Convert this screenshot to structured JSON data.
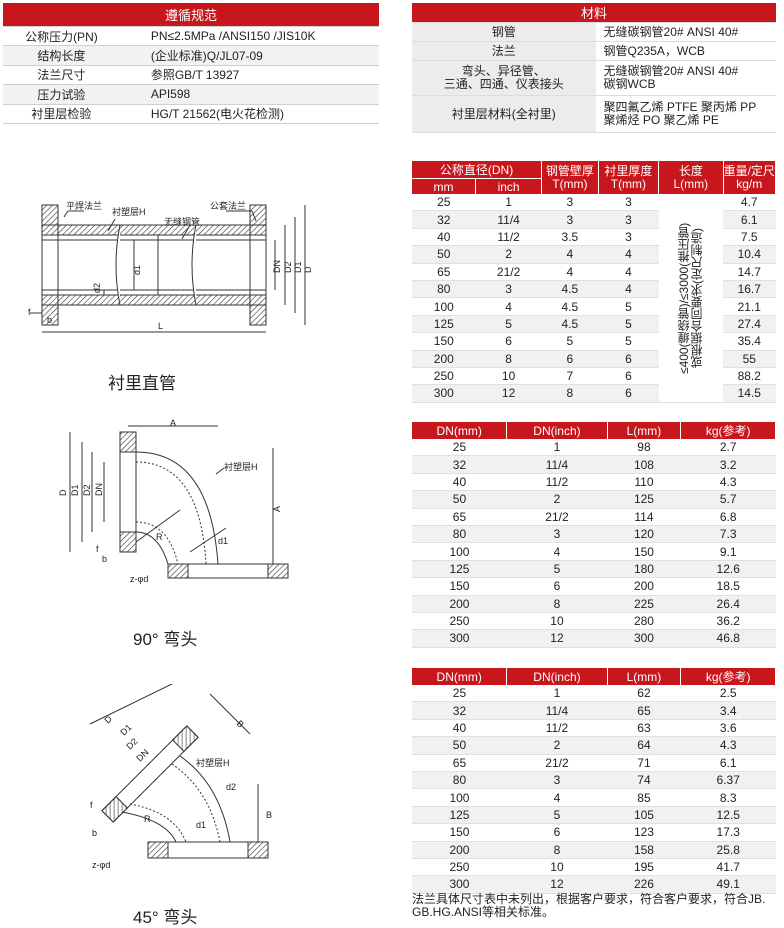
{
  "standards": {
    "header": "遵循规范",
    "rows": [
      {
        "k": "公称压力(PN)",
        "v": "PN≤2.5MPa /ANSI150 /JIS10K"
      },
      {
        "k": "结构长度",
        "v": "(企业标准)Q/JL07-09"
      },
      {
        "k": "法兰尺寸",
        "v": "参照GB/T 13927"
      },
      {
        "k": "压力试验",
        "v": "API598"
      },
      {
        "k": "衬里层检验",
        "v": "HG/T 21562(电火花检测)"
      }
    ]
  },
  "materials": {
    "header": "材料",
    "rows": [
      {
        "k": "钢管",
        "v": "无缝碳钢管20# ANSI 40#"
      },
      {
        "k": "法兰",
        "v": "钢管Q235A，WCB"
      },
      {
        "k": "弯头、异径管、\n三通、四通、仪表接头",
        "v": "无缝碳钢管20# ANSI 40#\n碳钢WCB"
      },
      {
        "k": "衬里层材料(全衬里)",
        "v": "聚四氟乙烯 PTFE 聚丙烯 PP\n聚烯烃 PO  聚乙烯 PE"
      }
    ]
  },
  "straight_pipe": {
    "caption": "衬里直管",
    "h_dn": "公称直径(DN)",
    "h_mm": "mm",
    "h_inch": "inch",
    "h_wall": "钢管壁厚\nT(mm)",
    "h_lining": "衬里厚度\nT(mm)",
    "h_len": "长度\nL(mm)",
    "h_wt": "重量/定尺\nkg/m",
    "length_note": "≤400(缠绕管)/≤3000(推压管)\n或根据合同要求(定尺制造)",
    "rows": [
      [
        "25",
        "1",
        "3",
        "3",
        "4.7"
      ],
      [
        "32",
        "11/4",
        "3",
        "3",
        "6.1"
      ],
      [
        "40",
        "11/2",
        "3.5",
        "3",
        "7.5"
      ],
      [
        "50",
        "2",
        "4",
        "4",
        "10.4"
      ],
      [
        "65",
        "21/2",
        "4",
        "4",
        "14.7"
      ],
      [
        "80",
        "3",
        "4.5",
        "4",
        "16.7"
      ],
      [
        "100",
        "4",
        "4.5",
        "5",
        "21.1"
      ],
      [
        "125",
        "5",
        "4.5",
        "5",
        "27.4"
      ],
      [
        "150",
        "6",
        "5",
        "5",
        "35.4"
      ],
      [
        "200",
        "8",
        "6",
        "6",
        "55"
      ],
      [
        "250",
        "10",
        "7",
        "6",
        "88.2"
      ],
      [
        "300",
        "12",
        "8",
        "6",
        "14.5"
      ]
    ],
    "labels": {
      "flat_flange": "平焊法兰",
      "lining_h": "衬塑层H",
      "seamless": "无缝钢管",
      "sleeve_flange": "公套法兰",
      "d1": "d1",
      "d2": "d2",
      "dn": "DN",
      "D2": "D2",
      "D1": "D1",
      "D": "D",
      "f": "f",
      "b": "b",
      "L": "L"
    }
  },
  "elbow90": {
    "caption": "90°  弯头",
    "headers": [
      "DN(mm)",
      "DN(inch)",
      "L(mm)",
      "kg(参考)"
    ],
    "rows": [
      [
        "25",
        "1",
        "98",
        "2.7"
      ],
      [
        "32",
        "11/4",
        "108",
        "3.2"
      ],
      [
        "40",
        "11/2",
        "110",
        "4.3"
      ],
      [
        "50",
        "2",
        "125",
        "5.7"
      ],
      [
        "65",
        "21/2",
        "114",
        "6.8"
      ],
      [
        "80",
        "3",
        "120",
        "7.3"
      ],
      [
        "100",
        "4",
        "150",
        "9.1"
      ],
      [
        "125",
        "5",
        "180",
        "12.6"
      ],
      [
        "150",
        "6",
        "200",
        "18.5"
      ],
      [
        "200",
        "8",
        "225",
        "26.4"
      ],
      [
        "250",
        "10",
        "280",
        "36.2"
      ],
      [
        "300",
        "12",
        "300",
        "46.8"
      ]
    ],
    "labels": {
      "A": "A",
      "lining_h": "衬塑层H",
      "D": "D",
      "D1": "D1",
      "D2": "D2",
      "DN": "DN",
      "R": "R",
      "d1": "d1",
      "f": "f",
      "b": "b",
      "zd": "z-φd"
    }
  },
  "elbow45": {
    "caption": "45°  弯头",
    "headers": [
      "DN(mm)",
      "DN(inch)",
      "L(mm)",
      "kg(参考)"
    ],
    "rows": [
      [
        "25",
        "1",
        "62",
        "2.5"
      ],
      [
        "32",
        "11/4",
        "65",
        "3.4"
      ],
      [
        "40",
        "11/2",
        "63",
        "3.6"
      ],
      [
        "50",
        "2",
        "64",
        "4.3"
      ],
      [
        "65",
        "21/2",
        "71",
        "6.1"
      ],
      [
        "80",
        "3",
        "74",
        "6.37"
      ],
      [
        "100",
        "4",
        "85",
        "8.3"
      ],
      [
        "125",
        "5",
        "105",
        "12.5"
      ],
      [
        "150",
        "6",
        "123",
        "17.3"
      ],
      [
        "200",
        "8",
        "158",
        "25.8"
      ],
      [
        "250",
        "10",
        "195",
        "41.7"
      ],
      [
        "300",
        "12",
        "226",
        "49.1"
      ]
    ],
    "labels": {
      "D": "D",
      "D1": "D1",
      "D2": "D2",
      "DN": "DN",
      "B": "B",
      "lining_h": "衬塑层H",
      "d2": "d2",
      "d1": "d1",
      "R": "R",
      "f": "f",
      "b": "b",
      "zd": "z-φd"
    },
    "note": "法兰具体尺寸表中未列出，根据客户要求，符合客户要求，符合JB.\nGB.HG.ANSI等相关标准。"
  },
  "colors": {
    "accent": "#c8161d",
    "row_alt": "#f1f1f1"
  }
}
